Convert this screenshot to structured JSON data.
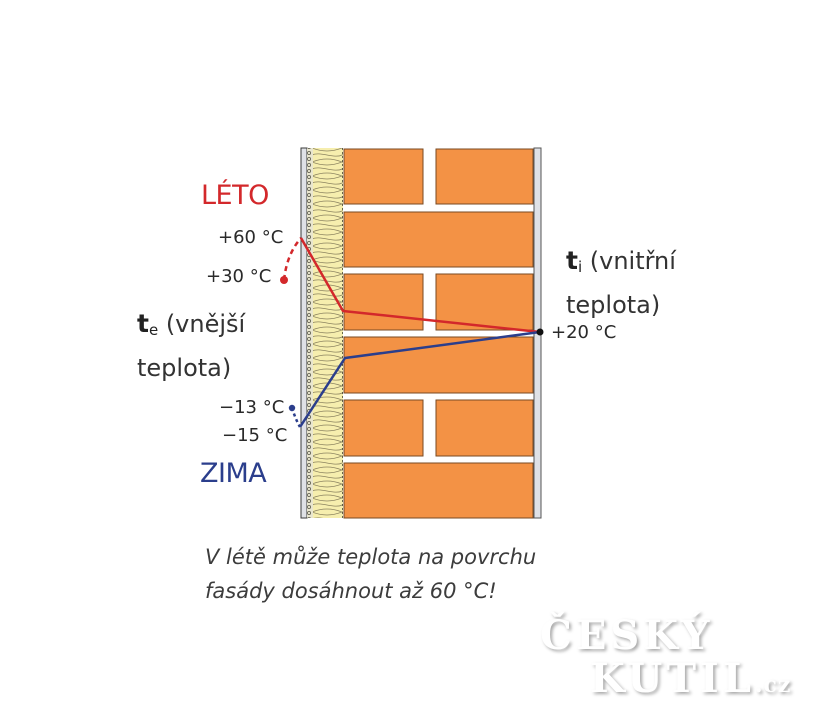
{
  "diagram": {
    "type": "wall-temperature-profile",
    "layers": [
      "outer-render",
      "mesh-adhesive",
      "thermal-insulation",
      "brick-masonry",
      "inner-plaster"
    ],
    "colors": {
      "brick": "#f39245",
      "brick_edge": "#7a4a22",
      "mortar": "#ffffff",
      "insulation": "#f6eeae",
      "render": "#dfe1e6",
      "summer": "#d3282b",
      "winter": "#2b3e8c"
    }
  },
  "labels": {
    "summer": "LÉTO",
    "winter": "ZIMA",
    "summer_surface_temp": "+60 °C",
    "summer_air_temp": "+30 °C",
    "winter_air_temp": "−13 °C",
    "winter_surface_temp": "−15 °C",
    "interior_temp": "+20 °C",
    "exterior_symbol": "t",
    "exterior_sub": "e",
    "exterior_text_1": " (vnější",
    "exterior_text_2": "teplota)",
    "interior_symbol": "t",
    "interior_sub": "i",
    "interior_text_1": " (vnitřní",
    "interior_text_2": "teplota)"
  },
  "caption": {
    "line1": "V létě může teplota na povrchu",
    "line2": "fasády dosáhnout až 60 °C!"
  },
  "watermark": {
    "line1": "ČESKÝ",
    "line2": "KUTIL",
    "suffix": ".cz"
  }
}
